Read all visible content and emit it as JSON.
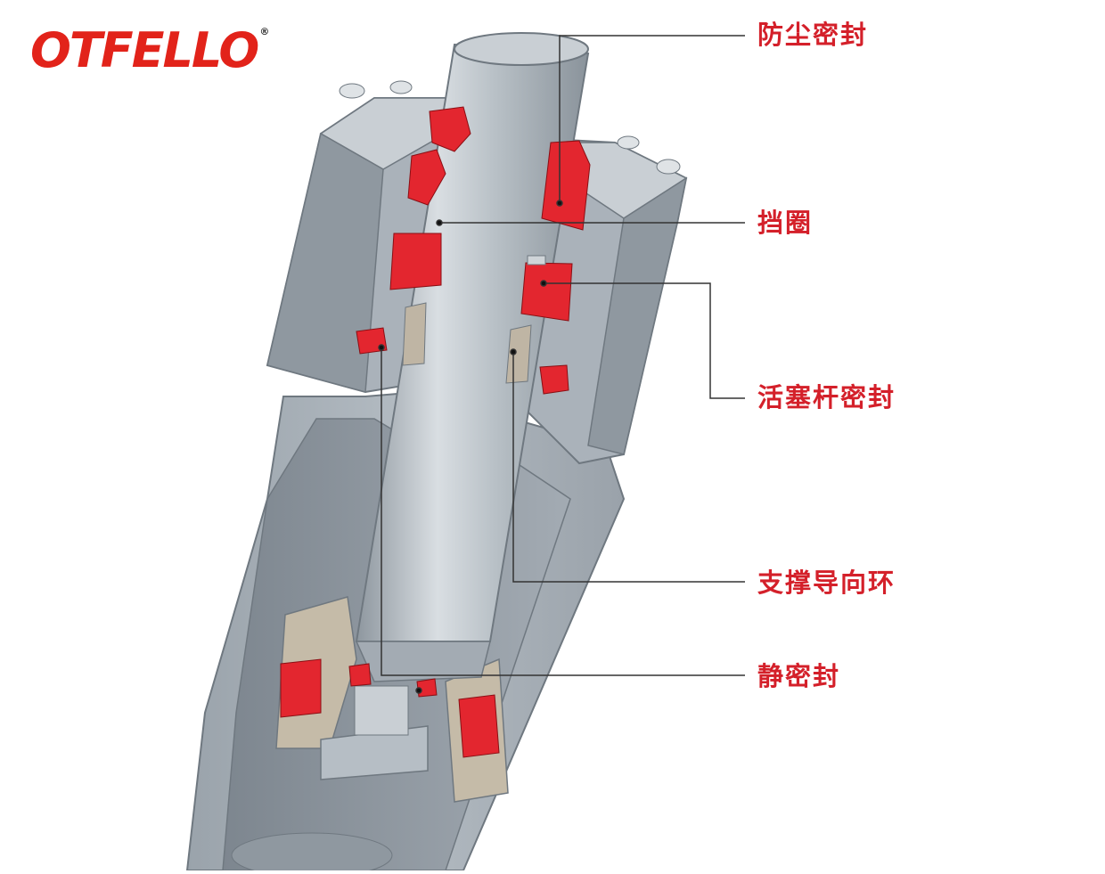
{
  "logo": {
    "text": "OTFELLO",
    "brand_color": "#e2231a"
  },
  "labels": {
    "dust_seal": "防尘密封",
    "retaining_ring": "挡圈",
    "rod_seal": "活塞杆密封",
    "guide_ring": "支撑导向环",
    "static_seal": "静密封"
  },
  "colors": {
    "seal_red": "#e3262f",
    "label_red": "#d4202a",
    "metal": "#a9b1b9",
    "metal_dark": "#8c959e",
    "guide_ring": "#bfb5a4",
    "leader_line": "#333333"
  }
}
